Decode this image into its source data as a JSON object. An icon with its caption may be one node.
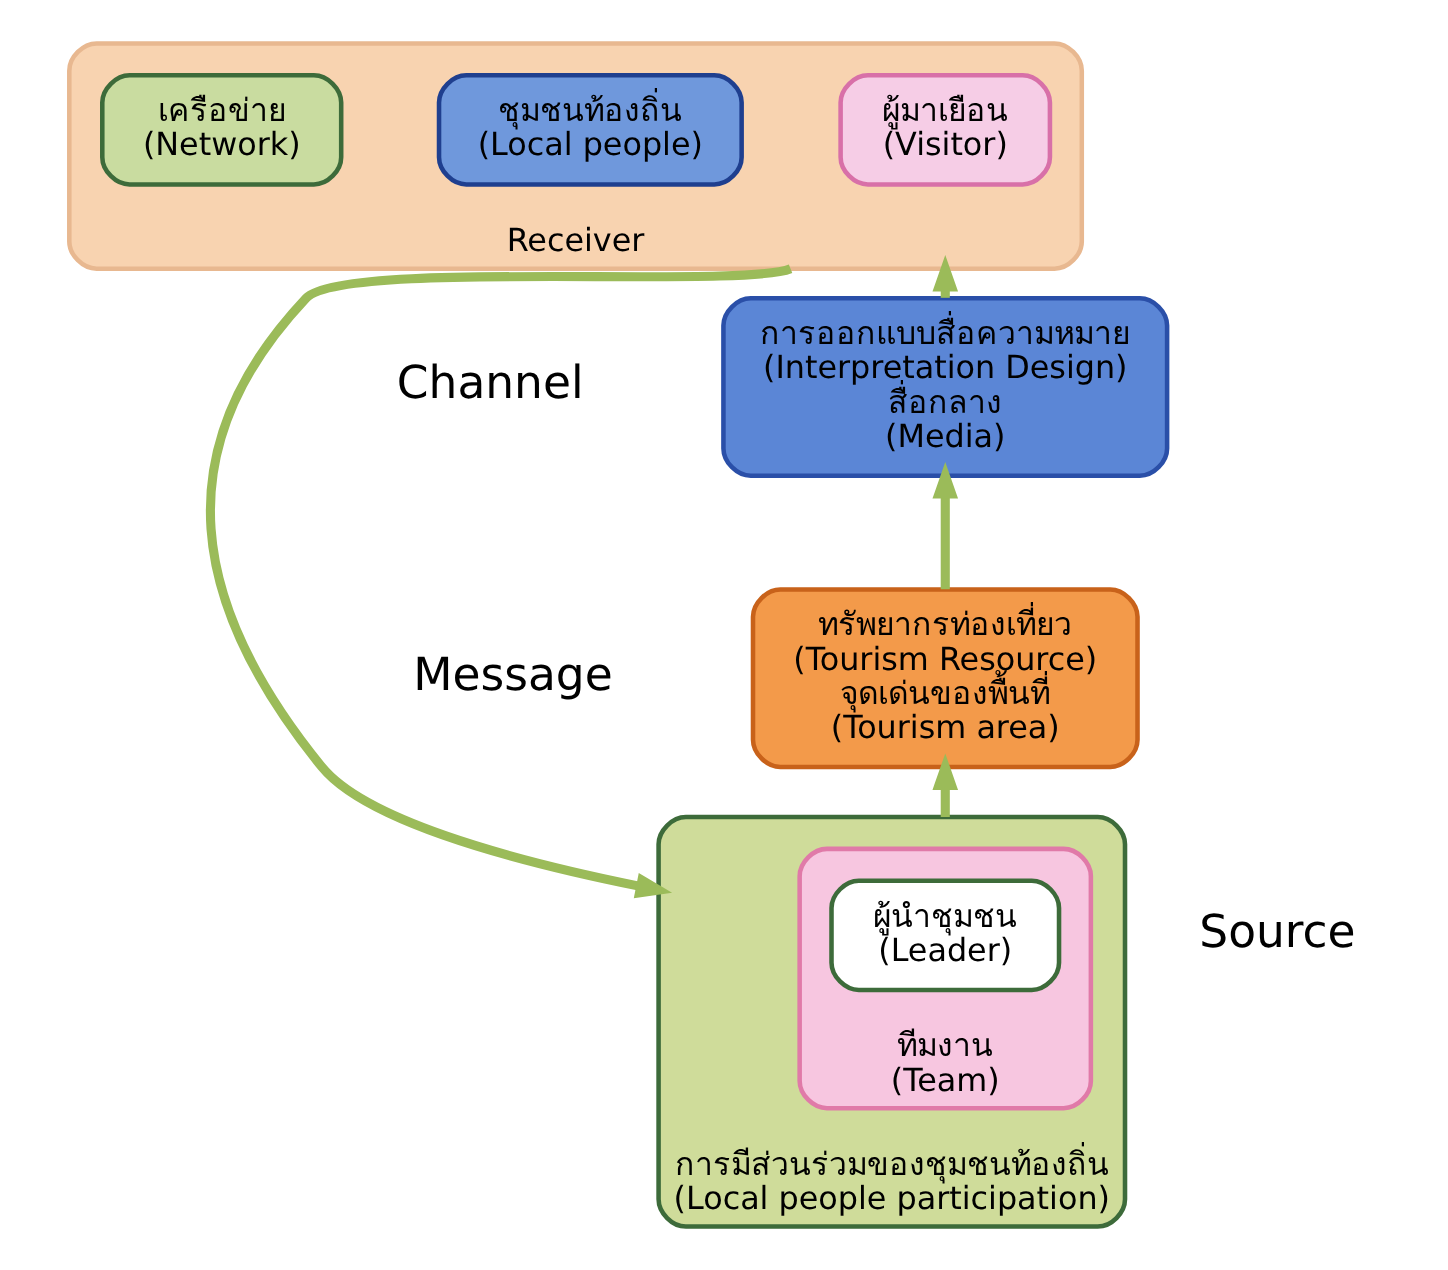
{
  "diagram": {
    "nodes": [
      {
        "text": [
          "การออกแบบสื่อความหมาย",
          "(Interpretation Design)",
          "สื่อกลาง",
          "(Media)"
        ],
        "beside": [
          "Channel"
        ]
      },
      {
        "text": [
          "ทรัพยากรท่องเที่ยว",
          "(Tourism Resource)",
          "จุดเด่นของพื้นที่",
          "(Tourism area)"
        ],
        "beside": [
          "Message"
        ]
      },
      {
        "text": [
          "Receiver"
        ]
      },
      {
        "text": [
          "ผู้มาเยือน",
          "(Visitor)"
        ],
        "in": 2
      },
      {
        "text": [
          "ชุมชนท้องถิ่น",
          "(Local people)"
        ],
        "in": 2
      },
      {
        "text": [
          "เครือข่าย",
          "(Network)"
        ],
        "in": 2
      },
      {
        "text": [
          "การมีส่วนร่วมของชุมชนท้องถิ่น",
          "(Local people participation)"
        ],
        "beside": [
          "Source"
        ]
      },
      {
        "text": [
          "ทีมงาน",
          "(Team)"
        ],
        "in": 6
      },
      {
        "text": [
          "ผู้นำชุมชน",
          "(Leader)"
        ],
        "in": 7
      }
    ],
    "edges": [
      {
        "from": 1,
        "to": 0,
        "arrow": "to"
      },
      {
        "from": 0,
        "to": 2,
        "arrow": "to"
      },
      {
        "from": 2,
        "to": 6,
        "arrow": "to"
      },
      {
        "from": 6,
        "to": 1,
        "arrow": "to"
      }
    ]
  }
}
